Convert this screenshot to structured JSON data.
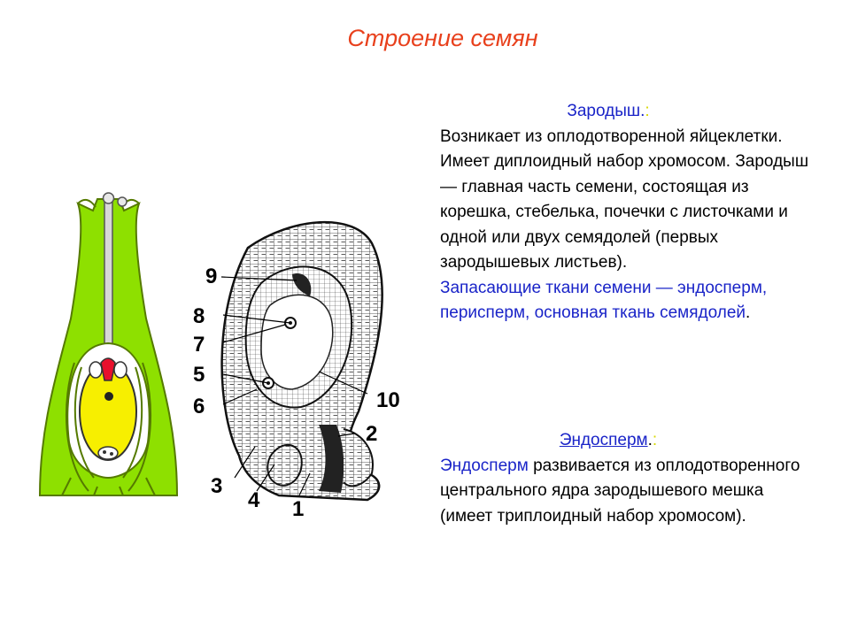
{
  "slide": {
    "title": "Строение семян",
    "embryo": {
      "heading": "Зародыш.",
      "heading_colon": ":",
      "description": "Возникает из оплодотворенной яйцеклетки. Имеет диплоидный набор хромосом. Зародыш — главная часть семени, состоящая из корешка, стебелька, почечки с листочками и одной или двух семядолей (первых зародышевых листьев).",
      "storage_blue": "Запасающие ткани семени — эндосперм, перисперм, основная ткань семядолей",
      "storage_end": "."
    },
    "endosperm": {
      "heading": "Эндосперм",
      "heading_dot": ".",
      "heading_colon": ":",
      "lead_blue": "Эндосперм",
      "description": " развивается из оплодотворенного центрального ядра зародышевого мешка (имеет триплоидный набор хромосом)."
    },
    "diagram_labels": [
      "9",
      "8",
      "7",
      "5",
      "6",
      "10",
      "2",
      "3",
      "4",
      "1"
    ]
  },
  "colors": {
    "title": "#e8401c",
    "blue_text": "#1a24c8",
    "plant_green": "#8ee000",
    "yolk": "#f7ef00"
  }
}
